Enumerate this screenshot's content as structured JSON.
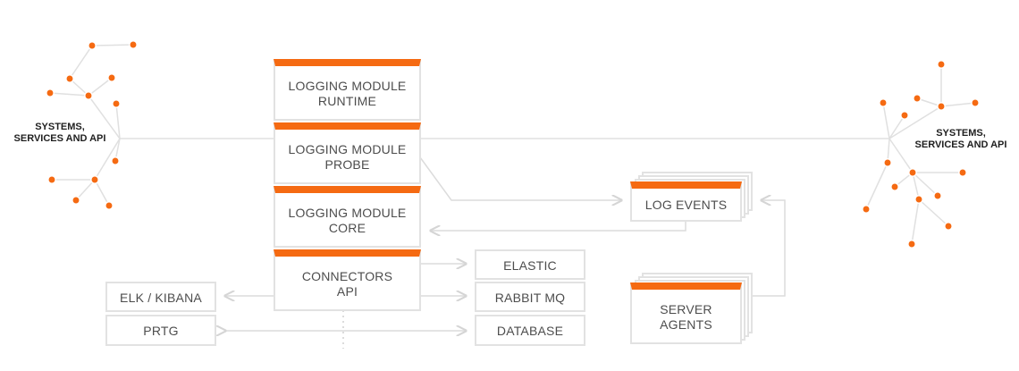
{
  "systems_left": {
    "label": "SYSTEMS,\nSERVICES AND API"
  },
  "systems_right": {
    "label": "SYSTEMS,\nSERVICES AND API"
  },
  "modules": {
    "runtime": "LOGGING MODULE\nRUNTIME",
    "probe": "LOGGING MODULE\nPROBE",
    "core": "LOGGING MODULE\nCORE",
    "connectors": "CONNECTORS\nAPI"
  },
  "outputs": {
    "elastic": "ELASTIC",
    "rabbit": "RABBIT MQ",
    "database": "DATABASE",
    "elk": "ELK / KIBANA",
    "prtg": "PRTG"
  },
  "log_events": "LOG EVENTS",
  "server_agents": "SERVER\nAGENTS",
  "colors": {
    "accent": "#f56a12",
    "line": "#e0e0e0",
    "text": "#4d4d4d"
  }
}
